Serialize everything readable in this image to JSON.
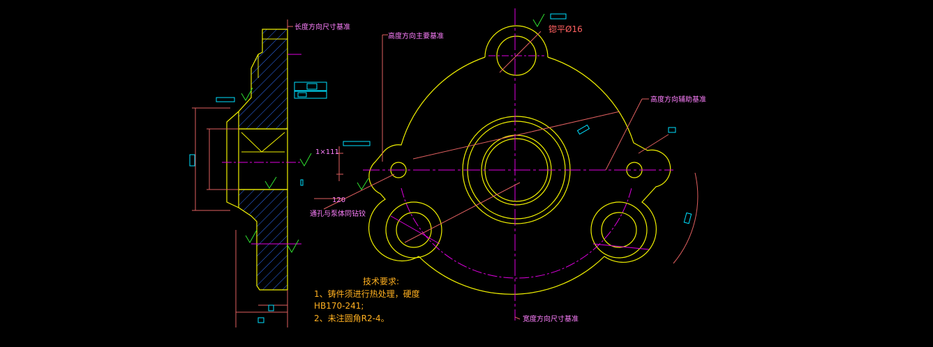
{
  "colors": {
    "background": "#000000",
    "geometry": "#f0f000",
    "centerline": "#e000e0",
    "dimension": "#e06060",
    "hatch": "#3070ff",
    "callout_text": "#ff80ff",
    "surface_symbol": "#30e030",
    "box": "#00e0ff",
    "tech_text": "#ffb020"
  },
  "labels": {
    "length_datum": "长度方向尺寸基准",
    "height_main_datum": "高度方向主要基准",
    "height_aux_datum": "高度方向辅助基准",
    "width_datum": "宽度方向尺寸基准",
    "counterbore": "锪平Ø16",
    "hole_box_note": "通孔与泵体同钻铰",
    "dim_1x111": "1×111",
    "dim_120": "120"
  },
  "tech_requirements": {
    "title": "技术要求:",
    "line1": "1、铸件须进行热处理，硬度",
    "line2": "HB170-241;",
    "line3": "2、未注圆角R2-4。"
  }
}
